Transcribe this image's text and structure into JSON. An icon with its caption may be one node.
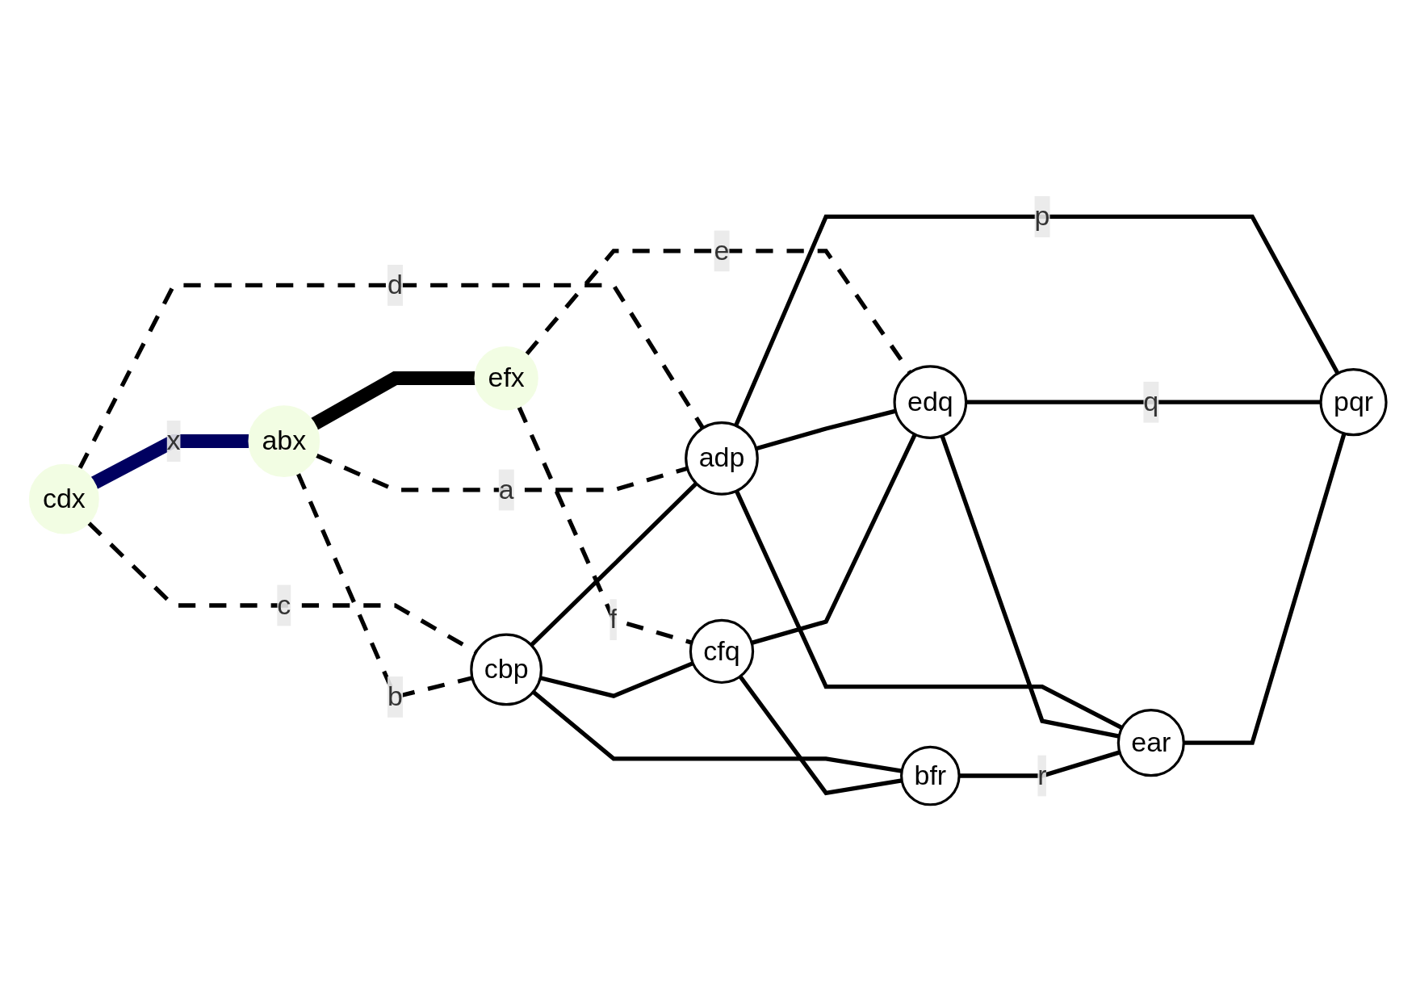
{
  "diagram": {
    "nodes": [
      {
        "text": [
          "cdx"
        ]
      },
      {
        "text": [
          "pqr"
        ]
      },
      {
        "text": [
          "abx"
        ]
      },
      {
        "text": [
          "adp"
        ]
      },
      {
        "text": [
          "ear"
        ]
      },
      {
        "text": [
          "cbp"
        ]
      },
      {
        "text": [
          "edq"
        ]
      },
      {
        "text": [
          "efx"
        ]
      },
      {
        "text": [
          "cfq"
        ]
      },
      {
        "text": [
          "bfr"
        ]
      }
    ],
    "edges": [
      {
        "from": 0,
        "to": 2,
        "arrow": "none",
        "label": "x",
        "style": "thick",
        "color": "#000060"
      },
      {
        "from": 2,
        "to": 7,
        "arrow": "none",
        "style": "thick"
      },
      {
        "from": 0,
        "to": 5,
        "arrow": "none",
        "label": "c",
        "style": "dashed"
      },
      {
        "from": 0,
        "to": 3,
        "arrow": "none",
        "label": "d",
        "style": "dashed"
      },
      {
        "from": 2,
        "to": 3,
        "arrow": "none",
        "label": "a",
        "style": "dashed"
      },
      {
        "from": 2,
        "to": 5,
        "arrow": "none",
        "label": "b",
        "style": "dashed"
      },
      {
        "from": 7,
        "to": 6,
        "arrow": "none",
        "label": "e",
        "style": "dashed"
      },
      {
        "from": 7,
        "to": 8,
        "arrow": "none",
        "label": "f",
        "style": "dashed"
      },
      {
        "from": 3,
        "to": 1,
        "arrow": "none",
        "label": "p"
      },
      {
        "from": 6,
        "to": 1,
        "arrow": "none",
        "label": "q"
      },
      {
        "from": 4,
        "to": 1,
        "arrow": "none"
      },
      {
        "from": 3,
        "to": 4,
        "arrow": "none"
      },
      {
        "from": 3,
        "to": 6,
        "arrow": "none"
      },
      {
        "from": 5,
        "to": 3,
        "arrow": "none"
      },
      {
        "from": 6,
        "to": 4,
        "arrow": "none"
      },
      {
        "from": 5,
        "to": 8,
        "arrow": "none"
      },
      {
        "from": 5,
        "to": 9,
        "arrow": "none"
      },
      {
        "from": 8,
        "to": 6,
        "arrow": "none"
      },
      {
        "from": 8,
        "to": 9,
        "arrow": "none"
      },
      {
        "from": 9,
        "to": 4,
        "arrow": "none",
        "label": "r"
      }
    ]
  }
}
